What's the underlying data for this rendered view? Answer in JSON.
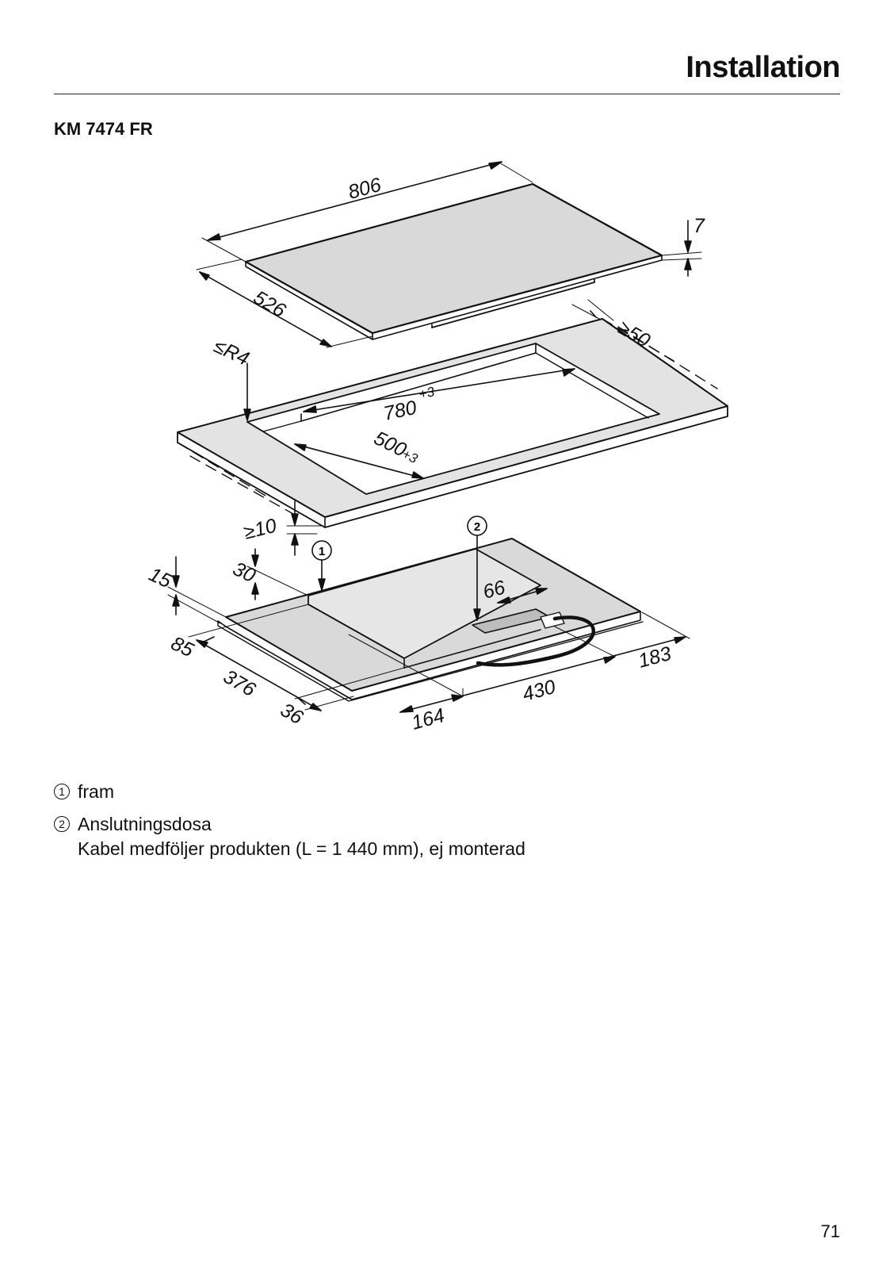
{
  "header": {
    "section_title": "Installation"
  },
  "model": "KM 7474 FR",
  "diagram": {
    "callouts": [
      "1",
      "2"
    ],
    "dimensions": {
      "hob_width": "806",
      "hob_depth": "526",
      "glass_thickness": "7",
      "corner_radius": "≤R4",
      "rear_clearance": "≥50",
      "cutout_width": "780",
      "cutout_width_tol": "+3",
      "cutout_depth": "500",
      "cutout_depth_tol": "+3",
      "min_gap": "≥10",
      "frame_height": "15",
      "housing_height": "30",
      "front_offset": "85",
      "left_depth": "376",
      "bottom_offset": "36",
      "box_width": "66",
      "right_depth": "183",
      "base_width": "430",
      "front_left": "164"
    }
  },
  "legend": [
    {
      "number": "1",
      "lines": [
        "fram"
      ]
    },
    {
      "number": "2",
      "lines": [
        "Anslutningsdosa",
        "Kabel medföljer produkten (L = 1 440 mm), ej monterad"
      ]
    }
  ],
  "page_number": "71"
}
